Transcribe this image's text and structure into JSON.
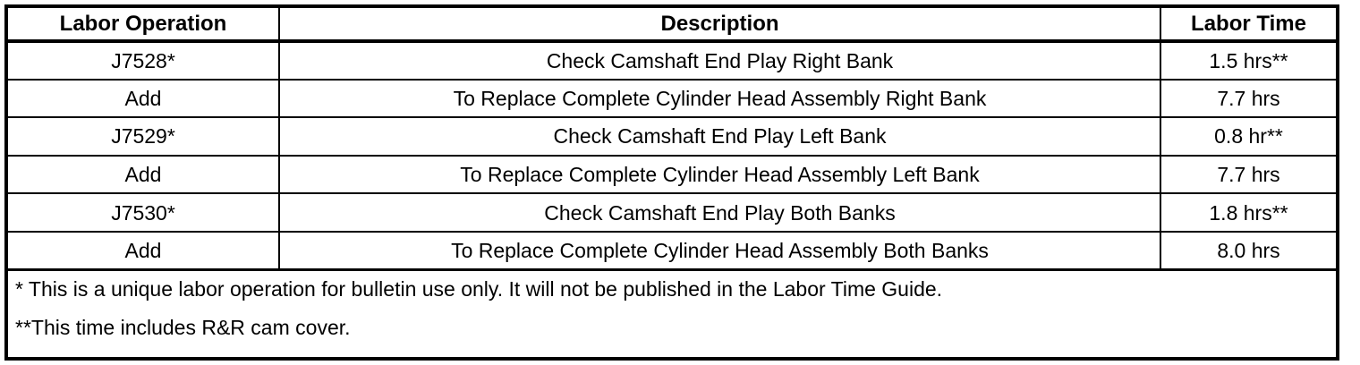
{
  "table": {
    "columns": [
      {
        "key": "operation",
        "label": "Labor Operation"
      },
      {
        "key": "description",
        "label": "Description"
      },
      {
        "key": "time",
        "label": "Labor Time"
      }
    ],
    "rows": [
      {
        "operation": "J7528*",
        "description": "Check Camshaft End Play Right Bank",
        "time": "1.5 hrs**"
      },
      {
        "operation": "Add",
        "description": "To Replace Complete Cylinder Head Assembly Right Bank",
        "time": "7.7 hrs"
      },
      {
        "operation": "J7529*",
        "description": "Check Camshaft End Play Left Bank",
        "time": "0.8 hr**"
      },
      {
        "operation": "Add",
        "description": "To Replace Complete Cylinder Head Assembly Left Bank",
        "time": "7.7 hrs"
      },
      {
        "operation": "J7530*",
        "description": "Check Camshaft End Play Both Banks",
        "time": "1.8 hrs**"
      },
      {
        "operation": "Add",
        "description": "To Replace Complete Cylinder Head Assembly Both Banks",
        "time": "8.0 hrs"
      }
    ],
    "footnotes": {
      "single_asterisk": "* This is a unique labor operation for bulletin use only. It will not be published in the Labor Time Guide.",
      "double_asterisk": "**This time includes R&R cam cover."
    }
  },
  "colors": {
    "border": "#000000",
    "text": "#000000",
    "background": "#ffffff"
  }
}
